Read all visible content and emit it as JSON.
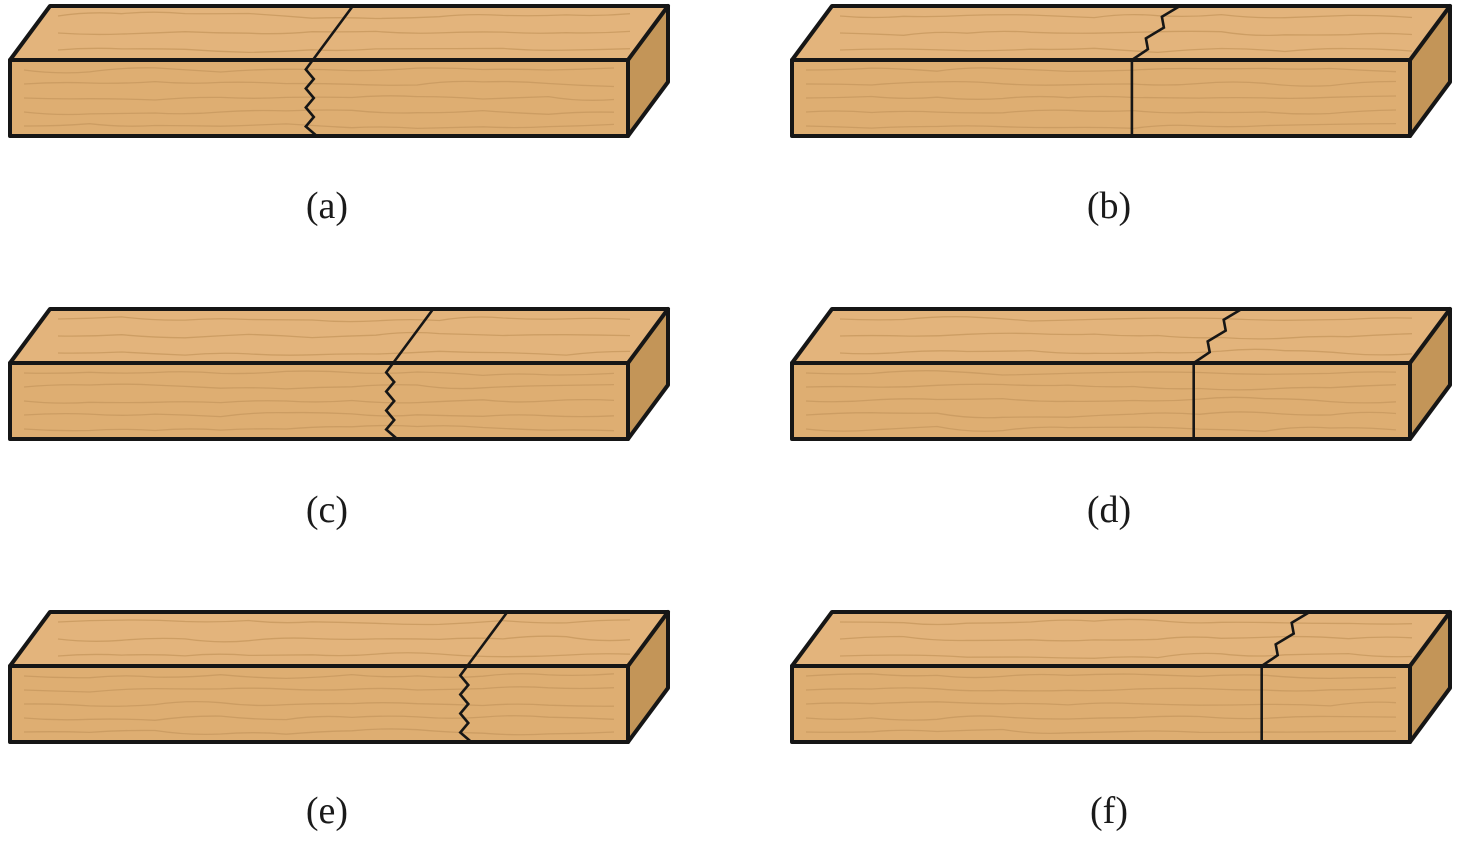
{
  "figure": {
    "panels": [
      {
        "id": "a",
        "label": "(a)",
        "crack_position": 0.49,
        "crack_face": "front"
      },
      {
        "id": "b",
        "label": "(b)",
        "crack_position": 0.55,
        "crack_face": "top"
      },
      {
        "id": "c",
        "label": "(c)",
        "crack_position": 0.62,
        "crack_face": "front"
      },
      {
        "id": "d",
        "label": "(d)",
        "crack_position": 0.65,
        "crack_face": "top"
      },
      {
        "id": "e",
        "label": "(e)",
        "crack_position": 0.74,
        "crack_face": "front"
      },
      {
        "id": "f",
        "label": "(f)",
        "crack_position": 0.76,
        "crack_face": "top"
      }
    ],
    "colors": {
      "wood_top": "#e3b47c",
      "wood_front": "#deae72",
      "wood_side": "#c39558",
      "grain": "#c99a60",
      "outline": "#161616"
    }
  }
}
